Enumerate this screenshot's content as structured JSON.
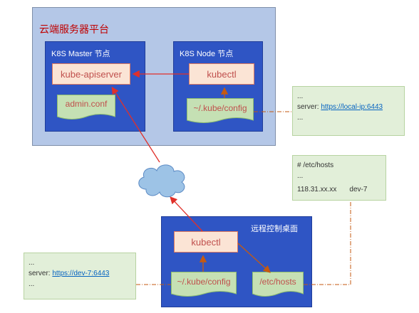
{
  "platform": {
    "title": "云端服务器平台"
  },
  "master": {
    "title": "K8S Master 节点",
    "apiserver": "kube-apiserver",
    "admin_conf": "admin.conf"
  },
  "node": {
    "title": "K8S Node 节点",
    "kubectl": "kubectl",
    "config": "~/.kube/config"
  },
  "desktop": {
    "title": "远程控制桌面",
    "kubectl": "kubectl",
    "config": "~/.kube/config",
    "hosts": "/etc/hosts"
  },
  "note_node": {
    "line1": "...",
    "server_prefix": "server: ",
    "server_url": "https://local-ip:6443",
    "line3": "..."
  },
  "note_hosts": {
    "line1": "# /etc/hosts",
    "line2": "...",
    "ip": "118.31.xx.xx",
    "host": "dev-7"
  },
  "note_desktop": {
    "line1": "...",
    "server_prefix": "server: ",
    "server_url": "https://dev-7:6443",
    "line3": "..."
  },
  "colors": {
    "platform_bg": "#b4c7e7",
    "box_blue": "#2f55c4",
    "component_orange": "#fbe4d5",
    "file_green": "#c5e0b4",
    "arrow_red": "#e0302a",
    "connector_brown": "#c55a11",
    "cloud": "#9dc3e6"
  }
}
